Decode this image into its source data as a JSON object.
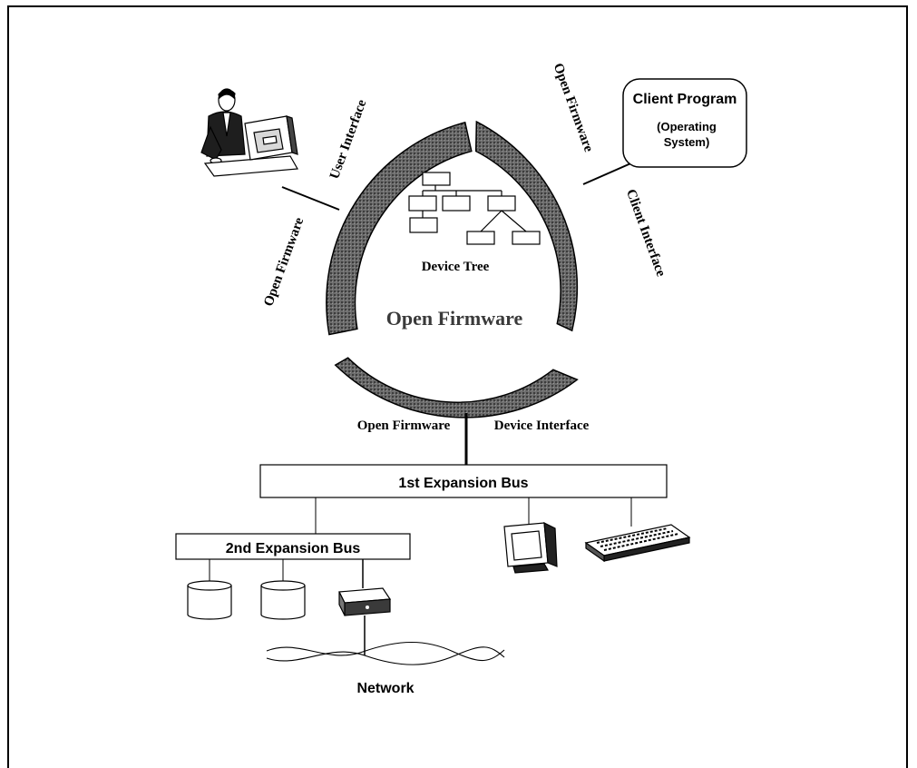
{
  "center": {
    "title": "Open Firmware",
    "tree_label": "Device Tree"
  },
  "user_side": {
    "label_open_firmware": "Open Firmware",
    "label_interface": "User Interface"
  },
  "client_side": {
    "label_open_firmware": "Open Firmware",
    "label_interface": "Client Interface",
    "box_title": "Client Program",
    "box_subtitle_line1": "(Operating",
    "box_subtitle_line2": "System)"
  },
  "device_side": {
    "label_open_firmware": "Open Firmware",
    "label_interface": "Device Interface"
  },
  "buses": {
    "first": "1st Expansion Bus",
    "second": "2nd Expansion Bus"
  },
  "network_label": "Network",
  "colors": {
    "ring": "#5a5a5a",
    "stroke": "#000000",
    "background": "#ffffff"
  },
  "icons": [
    "user-at-terminal-icon",
    "monitor-icon",
    "keyboard-icon",
    "disk-drive-icon",
    "network-adapter-icon",
    "network-wave-icon"
  ]
}
